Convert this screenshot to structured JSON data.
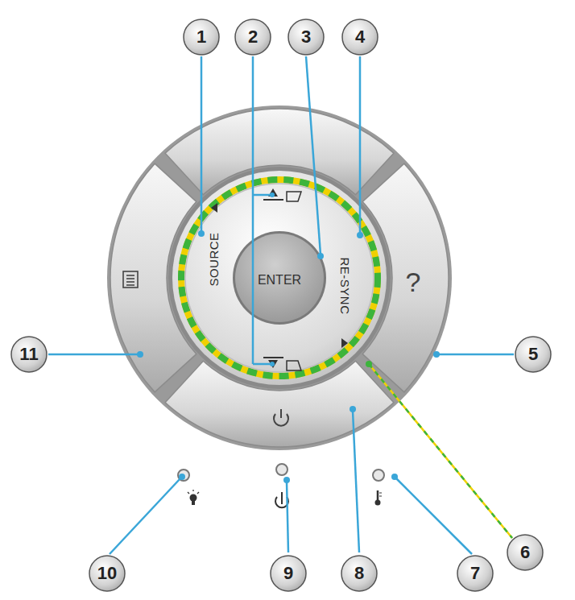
{
  "diagram": {
    "labels": [
      "1",
      "2",
      "3",
      "4",
      "5",
      "6",
      "7",
      "8",
      "9",
      "10",
      "11",
      "SOURCE",
      "ENTER",
      "RE-SYNC",
      "?"
    ]
  }
}
